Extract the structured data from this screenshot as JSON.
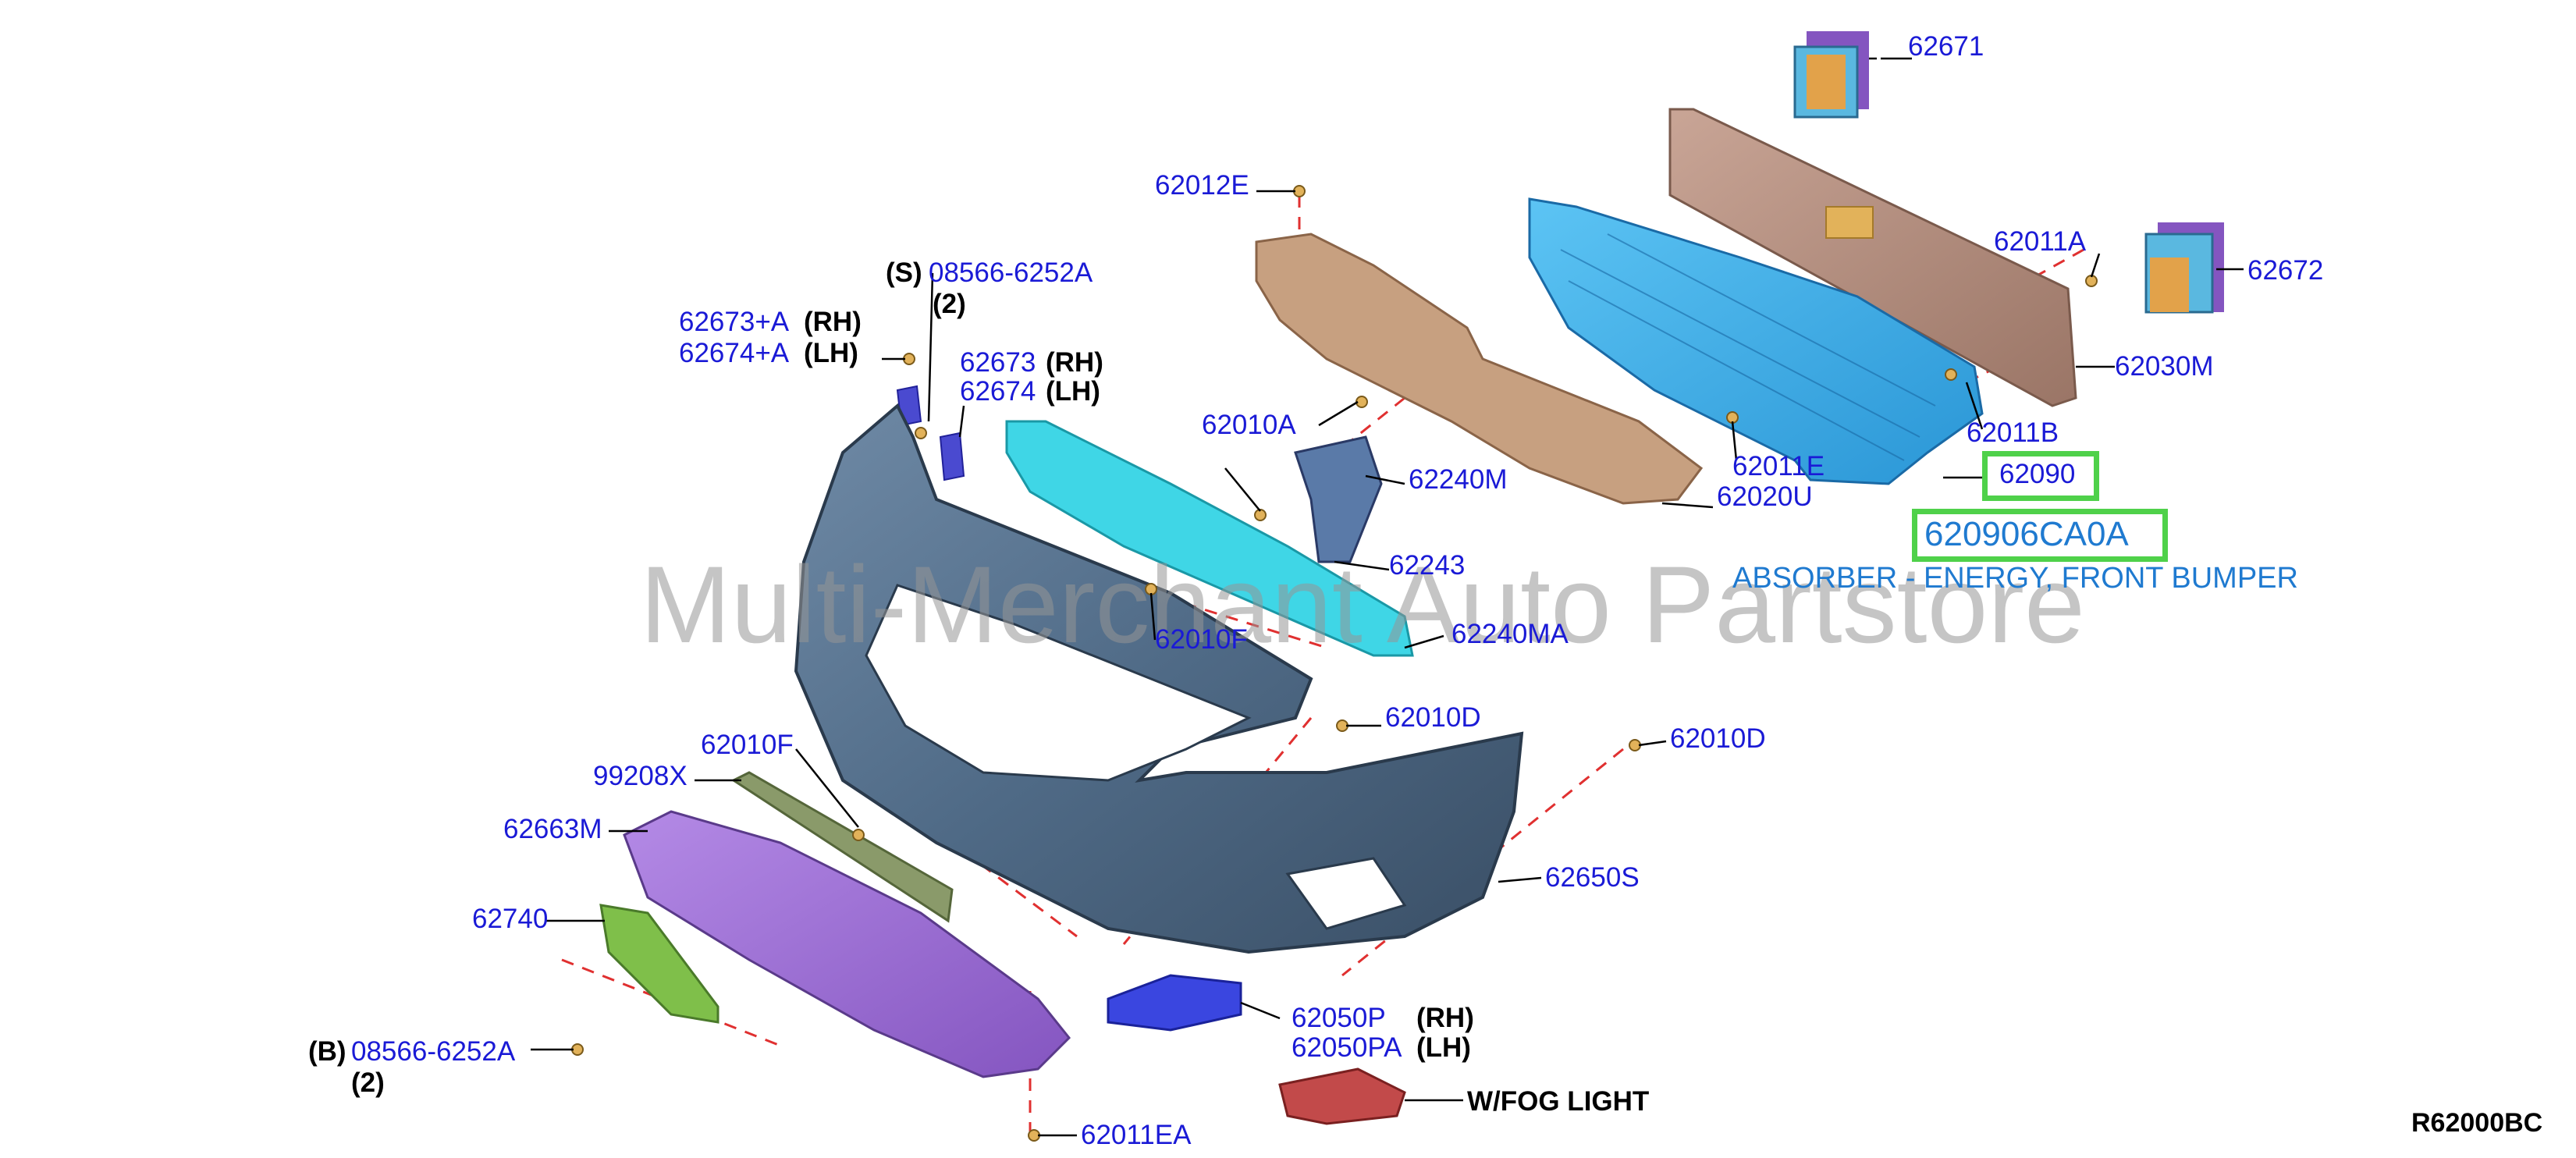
{
  "diagram": {
    "watermark": "Multi-Merchant Auto Partstore",
    "diagram_code": "R62000BC",
    "highlight": {
      "part_number": "62090",
      "full_part_number": "620906CA0A",
      "description": "ABSORBER - ENERGY, FRONT BUMPER",
      "color": "#4fd14a"
    },
    "callouts": {
      "p62671": "62671",
      "p62012E": "62012E",
      "p62011A": "62011A",
      "p62672": "62672",
      "p62030M": "62030M",
      "p08566_top": "08566-6252A",
      "p62673A": "62673+A",
      "p62674A": "62674+A",
      "p62673": "62673",
      "p62674": "62674",
      "p62010A": "62010A",
      "p62011E": "62011E",
      "p62011B": "62011B",
      "p62240M": "62240M",
      "p62020U": "62020U",
      "p62243": "62243",
      "p62010F_top": "62010F",
      "p62240MA": "62240MA",
      "p62010D_mid": "62010D",
      "p62010D_right": "62010D",
      "p62010F_left": "62010F",
      "p99208X": "99208X",
      "p62663M": "62663M",
      "p62650S": "62650S",
      "p62740": "62740",
      "p62050P": "62050P",
      "p62050PA": "62050PA",
      "p08566_bottom": "08566-6252A",
      "p62011EA": "62011EA"
    },
    "qualifiers": {
      "s": "(S)",
      "two_top": "(2)",
      "rh_a": "(RH)",
      "lh_a": "(LH)",
      "rh_b": "(RH)",
      "lh_b": "(LH)",
      "rh_c": "(RH)",
      "lh_c": "(LH)",
      "b": "(B)",
      "two_bottom": "(2)",
      "fog": "W/FOG LIGHT"
    },
    "colors": {
      "callout_text": "#1a1ad6",
      "description_text": "#1f7ad0",
      "bumper_fascia": "#4f6a86",
      "absorber": "#3fb0ea",
      "reinforcement": "#b08a7a",
      "upper_cover": "#c7a080",
      "upper_bracket": "#3fd6e6",
      "undercover": "#9a6ad0",
      "stay_green": "#7fae4a",
      "leader_dashed": "#e03030"
    }
  }
}
